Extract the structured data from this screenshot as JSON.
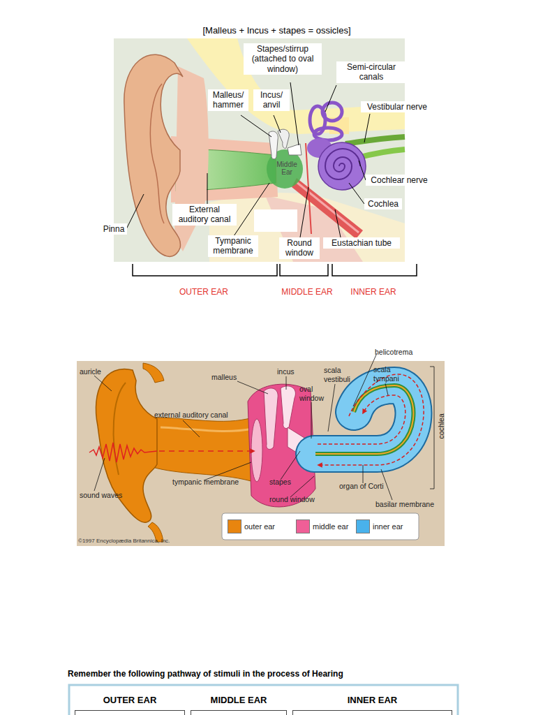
{
  "diagram": {
    "title": "[Malleus + Incus + stapes = ossicles]",
    "nodes": [
      {
        "text": [
          "OUTER EAR"
        ]
      },
      {
        "text": [
          "MIDDLE EAR"
        ]
      },
      {
        "text": [
          "INNER EAR"
        ]
      }
    ],
    "labels": [
      "Stapes/stirrup (attached to oval window)",
      "Semi-circular canals",
      "Malleus/ hammer",
      "Incus/ anvil",
      "Vestibular nerve",
      "Middle Ear",
      "Cochlear nerve",
      "Cochlea",
      "Pinna",
      "External auditory canal",
      "Tympanic membrane",
      "Round window",
      "Eustachian tube",
      "OUTER EAR",
      "MIDDLE EAR",
      "INNER EAR",
      "helicotrema",
      "auricle",
      "malleus",
      "incus",
      "scala vestibuli",
      "scala tympani",
      "oval window",
      "external auditory canal",
      "cochlea",
      "sound waves",
      "tympanic membrane",
      "stapes",
      "round window",
      "organ of Corti",
      "basilar membrane",
      "©1997 Encyclopædia Britannica, Inc.",
      "Remember the following pathway of stimuli in the process of Hearing"
    ],
    "legend": [
      {
        "text": "outer ear",
        "color": "#e8850f"
      },
      {
        "text": "middle ear",
        "color": "#ef5f97"
      },
      {
        "text": "inner ear",
        "color": "#49b2ec"
      }
    ]
  }
}
